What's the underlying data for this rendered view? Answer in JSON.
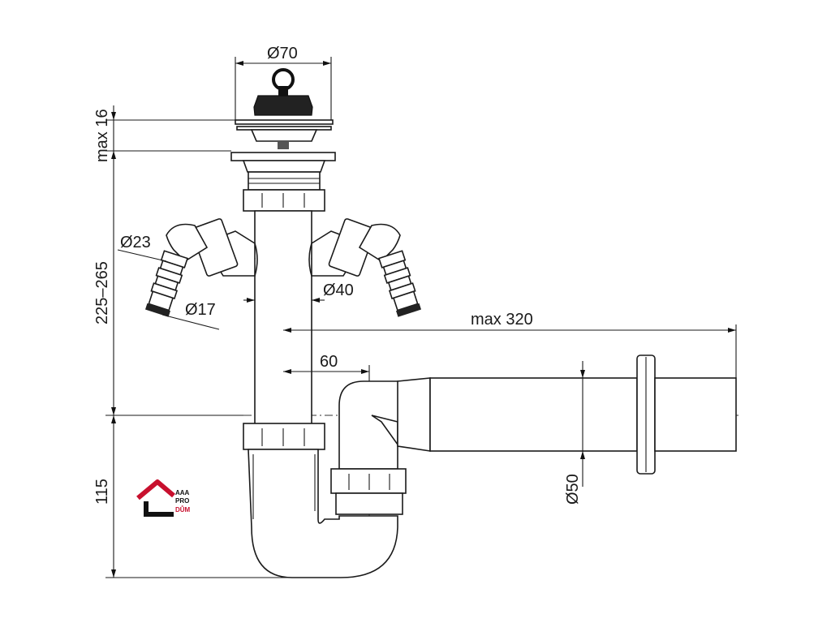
{
  "dimensions": {
    "top_diameter": "Ø70",
    "max_height": "max 16",
    "height_range": "225–265",
    "bottom_height": "115",
    "inlet_outer": "Ø23",
    "inlet_inner": "Ø17",
    "pipe_diameter": "Ø40",
    "max_length": "max 320",
    "offset": "60",
    "outlet_diameter": "Ø50"
  },
  "logo": {
    "line1": "AAA",
    "line2": "PRO",
    "line3": "DŮM",
    "house_color": "#c8102e",
    "text_color": "#c8102e"
  }
}
